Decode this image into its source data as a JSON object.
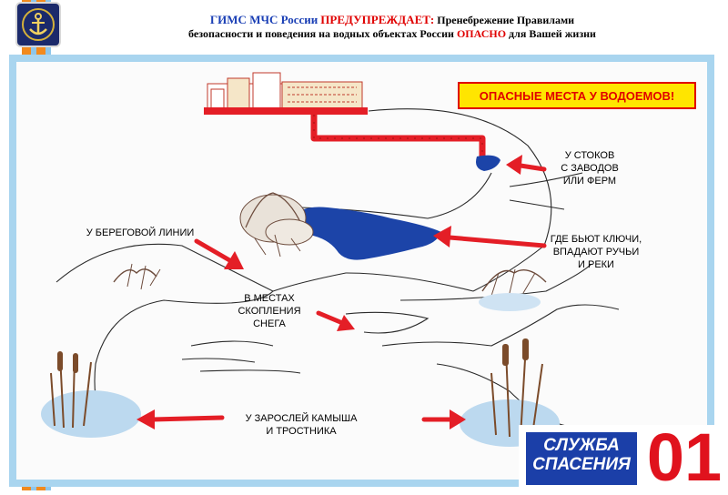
{
  "header": {
    "org": "ГИМС МЧС России",
    "warns": "ПРЕДУПРЕЖДАЕТ:",
    "line1_rest": "Пренебрежение Правилами",
    "line2_a": "безопасности   и поведения на водных объектах России",
    "line2_danger": "ОПАСНО",
    "line2_b": "для Вашей жизни"
  },
  "title": "ОПАСНЫЕ МЕСТА У ВОДОЕМОВ!",
  "labels": {
    "drains": "У СТОКОВ\nС ЗАВОДОВ\nИЛИ ФЕРМ",
    "springs": "ГДЕ БЬЮТ КЛЮЧИ,\nВПАДАЮТ РУЧЬИ\nИ РЕКИ",
    "shore": "У БЕРЕГОВОЙ ЛИНИИ",
    "snow": "В МЕСТАХ\nСКОПЛЕНИЯ\nСНЕГА",
    "reeds": "У ЗАРОСЛЕЙ КАМЫША\nИ ТРОСТНИКА"
  },
  "badge": {
    "text": "СЛУЖБА\nСПАСЕНИЯ",
    "number": "01"
  },
  "colors": {
    "arrow": "#e41e26",
    "water": "#1c44a8",
    "frame": "#a9d5ef",
    "stripe_orange": "#f28a1d",
    "stripe_blue": "#8ec6ea",
    "brand_blue": "#1b3fa8"
  }
}
